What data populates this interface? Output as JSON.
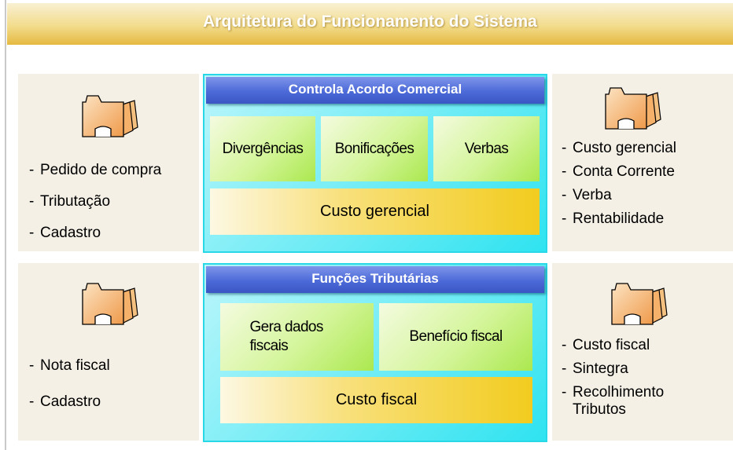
{
  "title": "Arquitetura do Funcionamento do Sistema",
  "top_section": {
    "left_list": [
      "Pedido de compra",
      "Tributação",
      "Cadastro"
    ],
    "center": {
      "header": "Controla Acordo Comercial",
      "boxes": [
        "Divergências",
        "Bonificações",
        "Verbas"
      ],
      "bottom_box": "Custo gerencial"
    },
    "right_list": [
      "Custo gerencial",
      "Conta Corrente",
      "Verba",
      "Rentabilidade"
    ]
  },
  "bottom_section": {
    "left_list": [
      "Nota fiscal",
      "Cadastro"
    ],
    "center": {
      "header": "Funções Tributárias",
      "boxes": [
        "Gera dados fiscais",
        "Benefício fiscal"
      ],
      "bottom_box": "Custo fiscal"
    },
    "right_list": [
      "Custo fiscal",
      "Sintegra",
      "Recolhimento Tributos"
    ]
  },
  "icons": [
    "folder-icon",
    "folder-icon",
    "folder-icon",
    "folder-icon"
  ],
  "colors": {
    "title_bar": "#f2dc8c",
    "side_panel": "#f4f0e6",
    "cyan_panel": "#2fe3f0",
    "blue_header": "#4c6ad8",
    "green_box": "#d4f59a",
    "yellow_box": "#f2cc1e",
    "folder": "#f0a860"
  }
}
